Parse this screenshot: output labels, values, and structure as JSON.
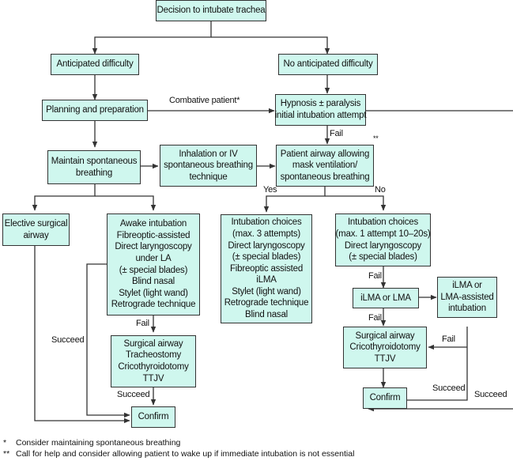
{
  "boxes": {
    "decision": [
      "Decision to intubate trachea"
    ],
    "anticipated": [
      "Anticipated difficulty"
    ],
    "no_anticipated": [
      "No anticipated difficulty"
    ],
    "planning": [
      "Planning and preparation"
    ],
    "hypnosis": [
      "Hypnosis ± paralysis",
      "initial intubation attempt"
    ],
    "maintain": [
      "Maintain spontaneous",
      "breathing"
    ],
    "inhalation": [
      "Inhalation or IV",
      "spontaneous breathing",
      "technique"
    ],
    "patient_airway": [
      "Patient airway allowing",
      "mask ventilation/",
      "spontaneous breathing"
    ],
    "elective": [
      "Elective surgical",
      "airway"
    ],
    "awake": [
      "Awake intubation",
      "Fibreoptic-assisted",
      "Direct laryngoscopy",
      "under LA",
      "(± special blades)",
      "Blind nasal",
      "Stylet (light wand)",
      "Retrograde technique"
    ],
    "choices_yes": [
      "Intubation choices",
      "(max. 3 attempts)",
      "Direct laryngoscopy",
      "(± special blades)",
      "Fibreoptic assisted",
      "iLMA",
      "Stylet (light wand)",
      "Retrograde technique",
      "Blind nasal"
    ],
    "choices_no": [
      "Intubation choices",
      "(max. 1 attempt 10–20s)",
      "Direct laryngoscopy",
      "(± special blades)"
    ],
    "surgical_left": [
      "Surgical airway",
      "Tracheostomy",
      "Cricothyroidotomy",
      "TTJV"
    ],
    "confirm_left": [
      "Confirm"
    ],
    "ilma_or_lma": [
      "iLMA or LMA"
    ],
    "ilma_assisted": [
      "iLMA or",
      "LMA-assisted",
      "intubation"
    ],
    "surgical_right": [
      "Surgical airway",
      "Cricothyroidotomy",
      "TTJV"
    ],
    "confirm_right": [
      "Confirm"
    ]
  },
  "labels": {
    "combative": "Combative patient*",
    "fail_hypnosis": "Fail",
    "double_star": "**",
    "yes": "Yes",
    "no": "No",
    "fail_awake": "Fail",
    "succeed_left": "Succeed",
    "succeed_surgical_left": "Succeed",
    "fail_choices_no": "Fail",
    "fail_ilma": "Fail",
    "fail_assisted": "Fail",
    "succeed_assisted": "Succeed",
    "succeed_far_right": "Succeed"
  },
  "footnotes": [
    {
      "mark": "*",
      "text": "Consider maintaining spontaneous breathing"
    },
    {
      "mark": "**",
      "text": "Call for help and consider allowing patient to wake up if immediate intubation is not essential"
    }
  ],
  "colors": {
    "box_fill": "#cff7ee",
    "line": "#333333"
  }
}
